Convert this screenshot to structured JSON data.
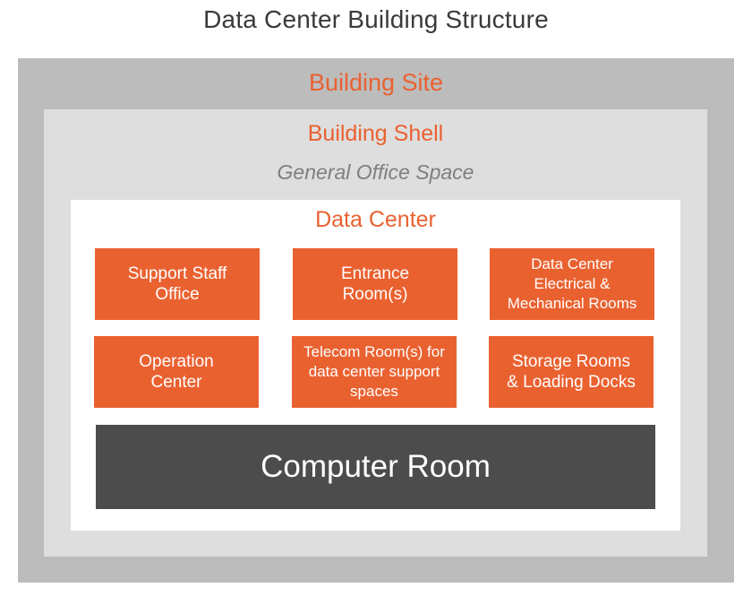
{
  "title": "Data Center Building Structure",
  "colors": {
    "accent": "#ea6130",
    "site_bg": "#bcbcbc",
    "shell_bg": "#dedede",
    "computer_room": "#4c4c4c"
  },
  "building_site": {
    "label": "Building Site"
  },
  "building_shell": {
    "label": "Building Shell"
  },
  "general_office": {
    "label": "General Office Space"
  },
  "data_center": {
    "label": "Data Center",
    "rooms": [
      {
        "label": "Support Staff\nOffice"
      },
      {
        "label": "Entrance\nRoom(s)"
      },
      {
        "label": "Data Center\nElectrical &\nMechanical Rooms"
      },
      {
        "label": "Operation\nCenter"
      },
      {
        "label": "Telecom Room(s) for\ndata center support\nspaces"
      },
      {
        "label": "Storage Rooms\n& Loading Docks"
      }
    ],
    "computer_room": {
      "label": "Computer Room"
    }
  }
}
